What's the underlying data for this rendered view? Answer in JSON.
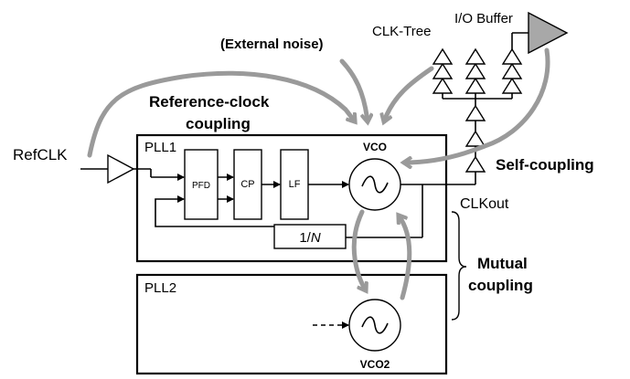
{
  "labels": {
    "external_noise": "(External noise)",
    "clk_tree": "CLK-Tree",
    "io_buffer": "I/O Buffer",
    "ref_coupling_1": "Reference-clock",
    "ref_coupling_2": "coupling",
    "refclk": "RefCLK",
    "pll1": "PLL1",
    "pll2": "PLL2",
    "vco": "VCO",
    "vco2": "VCO2",
    "pfd": "PFD",
    "cp": "CP",
    "lf": "LF",
    "divider_prefix": "1/",
    "divider_n": "N",
    "self_coupling": "Self-coupling",
    "clkout": "CLKout",
    "mutual_1": "Mutual",
    "mutual_2": "coupling"
  },
  "colors": {
    "coupling_arrow": "#9a9a9a",
    "io_buffer_fill": "#a8a8a8",
    "line": "#000000"
  }
}
